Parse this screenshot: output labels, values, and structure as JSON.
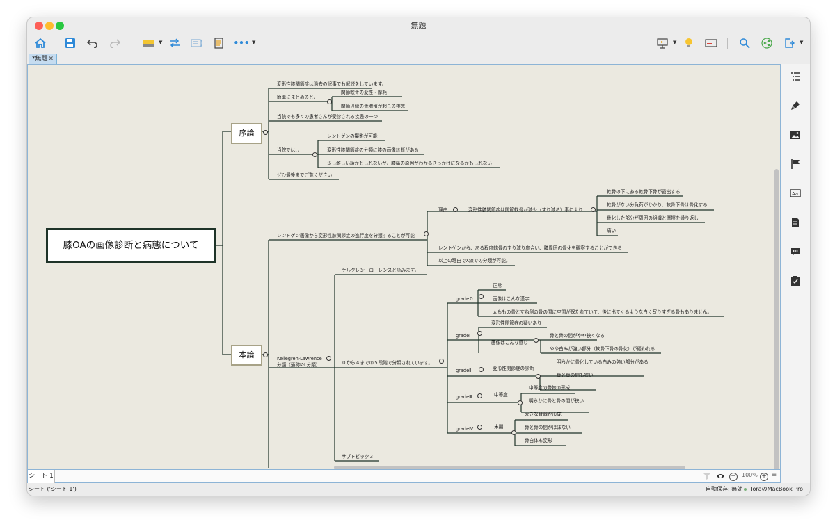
{
  "window": {
    "title": "無題",
    "traffic_colors": [
      "#fd5f57",
      "#febb2e",
      "#29c840"
    ]
  },
  "toolbar": {
    "items": [
      "home-icon",
      "save-icon",
      "undo-icon",
      "redo-icon",
      "style-icon",
      "relationship-icon",
      "summary-icon",
      "note-icon",
      "more-icon",
      "presentation-icon",
      "idea-icon",
      "panel-icon",
      "search-icon",
      "share-icon",
      "export-icon"
    ],
    "more_label": "•••"
  },
  "tab": {
    "label": "*無題",
    "close": "✕"
  },
  "mindmap": {
    "root": "膝OAの画像診断と病態について",
    "intro": {
      "label": "序論",
      "items": [
        "変形性膝関節症は過去の記事でも解説をしています。",
        "簡単にまとめると、",
        "関節軟骨の変性・摩耗",
        "関節辺縁の骨増殖が起こる疾患",
        "当院でも多くの患者さんが受診される疾患の一つ",
        "レントゲンの撮影が可能",
        "当院では、、",
        "変形性膝関節症の分類に膝の画像診断がある",
        "少し難しい話かもしれないが、膝痛の原因がわかるきっかけになるかもしれない",
        "ぜひ最後までご覧ください"
      ]
    },
    "main": {
      "label": "本論",
      "xray": "レントゲン画像から変形性膝関節症の進行度を分類することが可能",
      "reason": "理由",
      "reason_detail": "変形性膝関節症は関節軟骨が減少（すり減る）事により",
      "reason_items": [
        "軟骨の下にある軟骨下骨が露出する",
        "軟骨がない分負荷がかかり、軟骨下骨は骨化する",
        "骨化した部分が周囲の組織と摩擦を繰り返し",
        "痛い"
      ],
      "xray_judge": "レントゲンから、ある程度軟骨のすり減り度合い、膝周囲の骨化を観察することができる",
      "xray_reason": "以上の理由でX線での分類が可能。",
      "kl_label_1": "Kellegren-Lawrence",
      "kl_label_2": "分類（通称K-L分類）",
      "kl_reading": "ケルグレンーローレンスと読みます。",
      "kl_grades_text": "０から４までの５段階で分類されています。",
      "subtopic": "サブトピック３",
      "grades": {
        "g0": {
          "label": "grade０",
          "items": [
            "正常",
            "画像はこんな漢字",
            "太ももの骨とすね側の骨の間に空間が保たれていて、後に出てくるような白く写りすぎる骨もありません。"
          ]
        },
        "g1": {
          "label": "gradeⅠ",
          "items": [
            "変形性関節症の疑いあり",
            "画像はこんな感じ",
            "骨と骨の間がやや狭くなる",
            "やや白みが強い部分（軟骨下骨の骨化）が疑われる"
          ]
        },
        "g2": {
          "label": "gradeⅡ",
          "items": [
            "変形性関節症の診断",
            "明らかに骨化している白みの強い部分がある",
            "骨と骨の間も狭い"
          ]
        },
        "g3": {
          "label": "gradeⅢ",
          "items": [
            "中等度",
            "中等度の骨棘の形成",
            "明らかに骨と骨の間が狭い"
          ]
        },
        "g4": {
          "label": "gradeⅣ",
          "items": [
            "末期",
            "大きな骨棘が形成",
            "骨と骨の間がほぼない",
            "骨自体も変形"
          ]
        }
      }
    }
  },
  "right_panel": [
    "outline-icon",
    "brush-icon",
    "image-icon",
    "flag-icon",
    "label-icon",
    "note-icon",
    "comment-icon",
    "task-icon"
  ],
  "sheet": {
    "tab": "シート 1",
    "zoom": "100%"
  },
  "status": {
    "left": "シート ('シート 1')",
    "autosave": "自動保存: 無効",
    "device": "ToraのMacBook Pro"
  }
}
